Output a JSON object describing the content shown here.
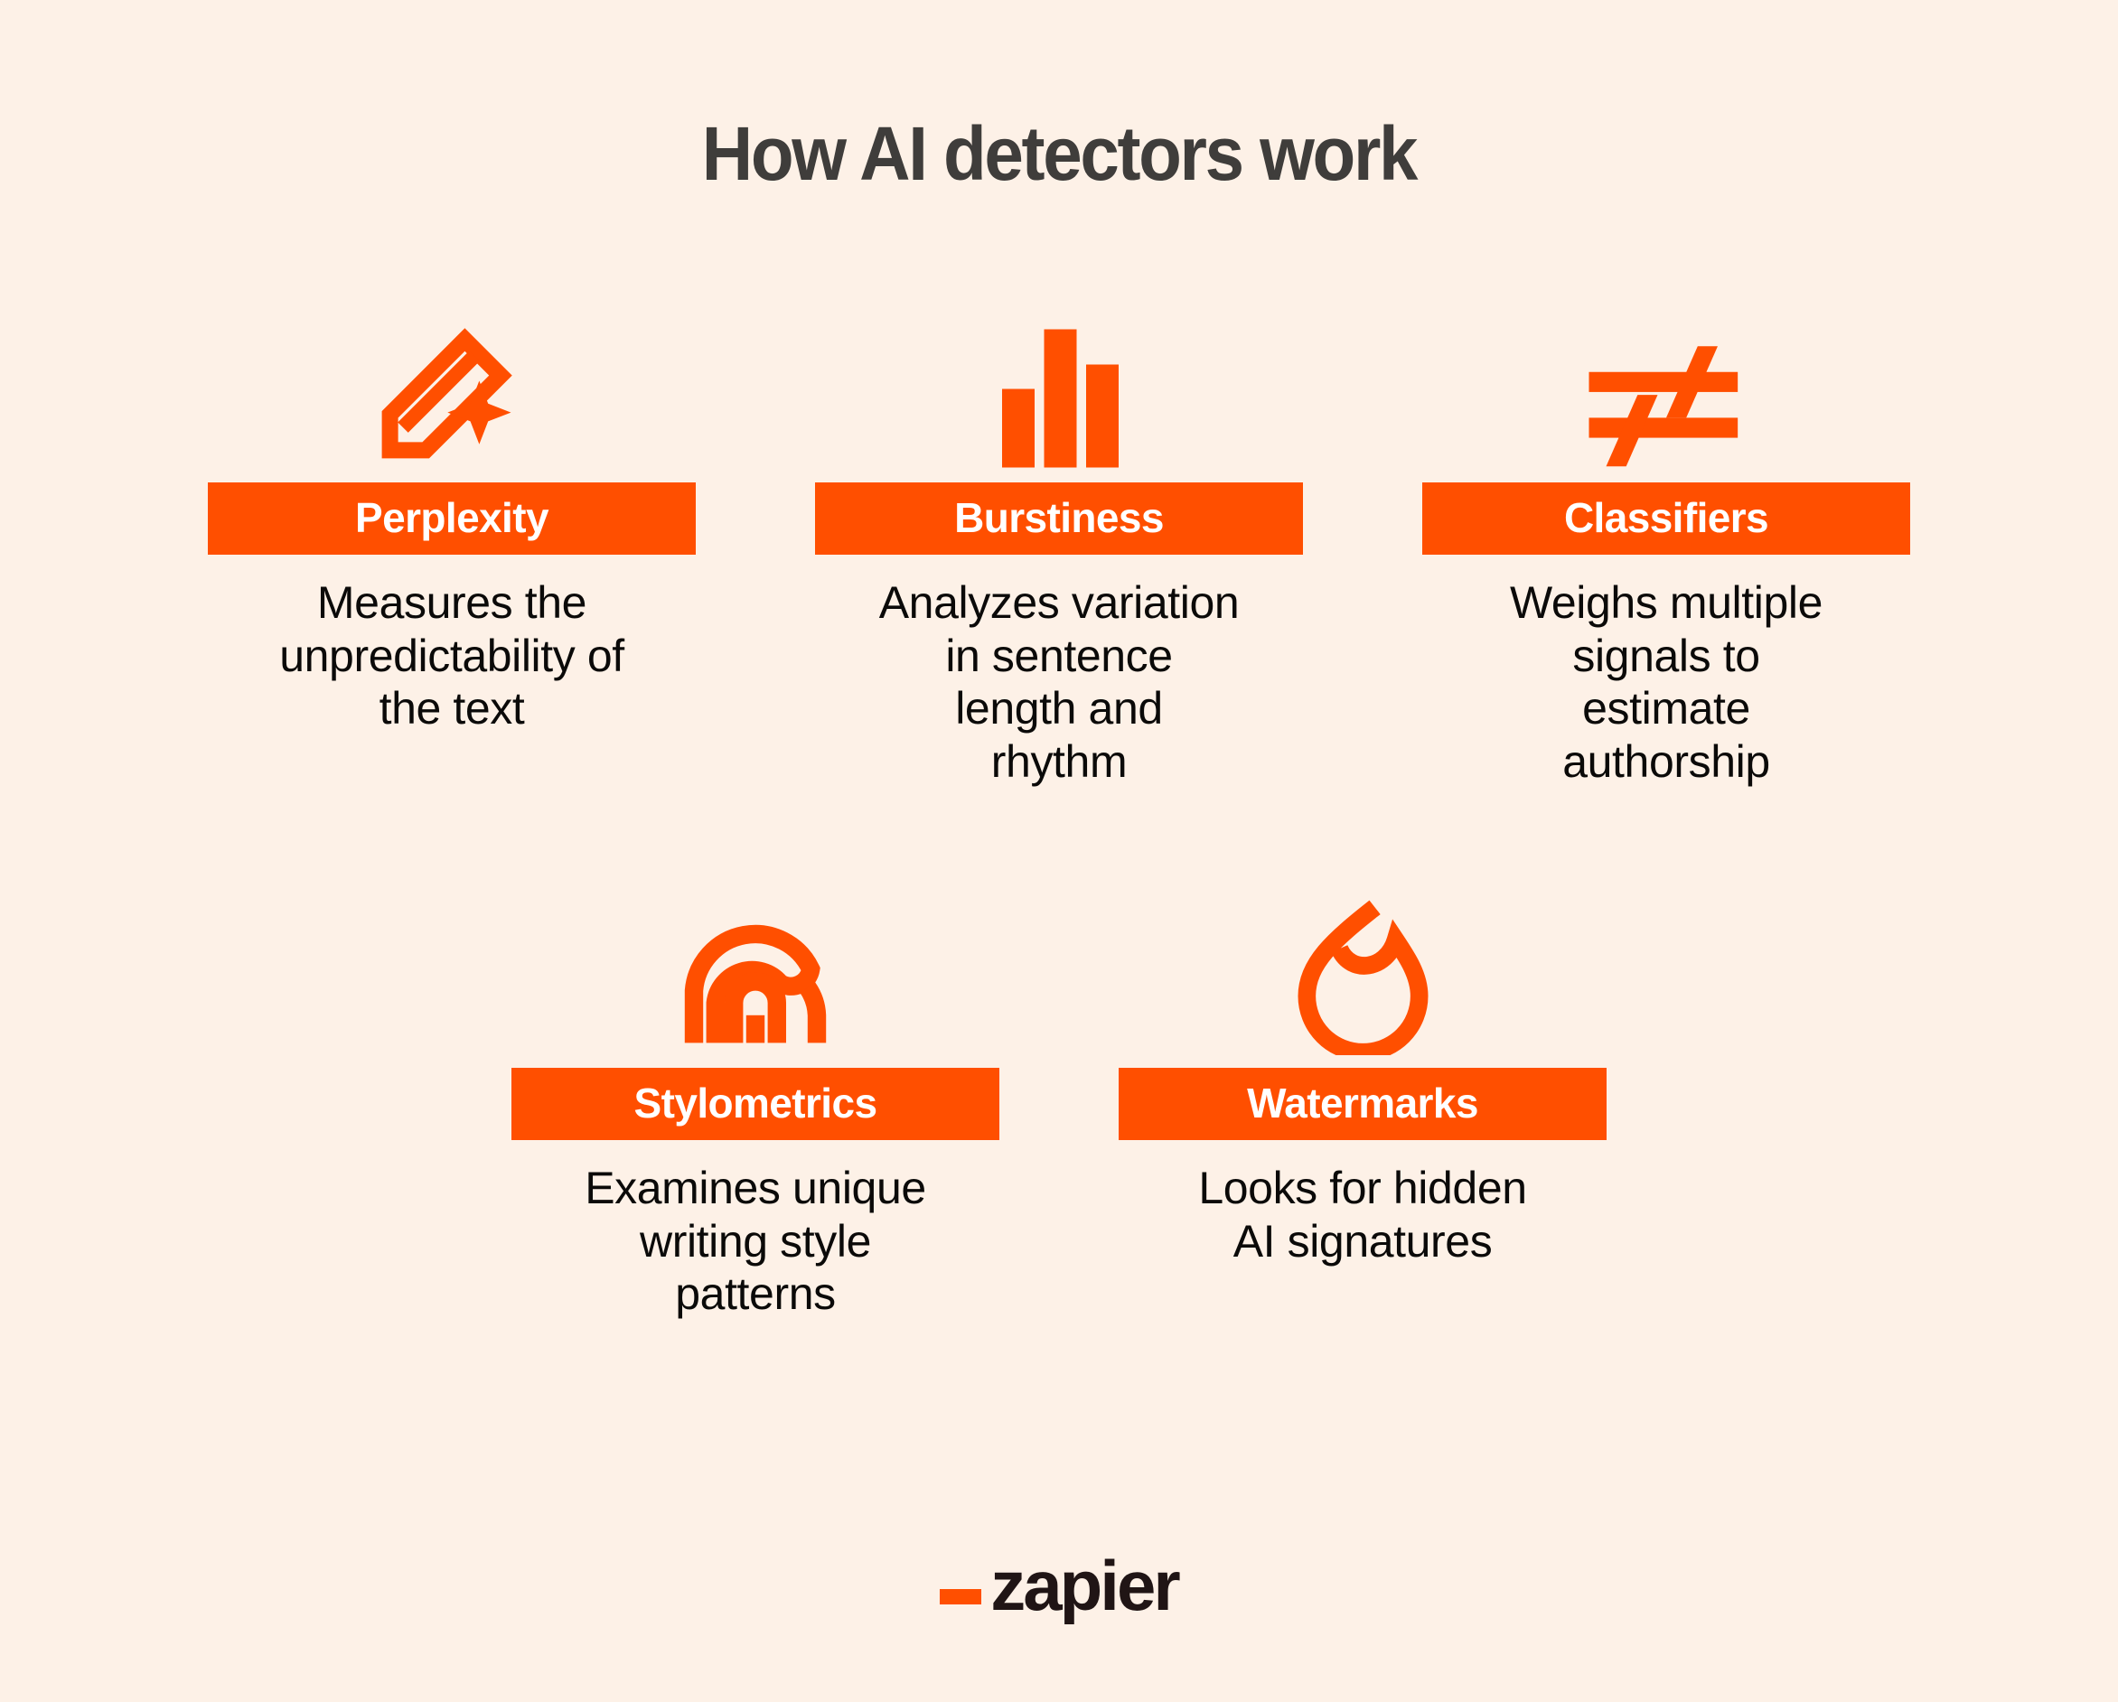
{
  "title": "How AI detectors work",
  "colors": {
    "background": "#FDF1E7",
    "accent": "#FF4F00",
    "title_text": "#3F3D3B",
    "body_text": "#0B0A09",
    "label_text": "#FFFFFF"
  },
  "cards": [
    {
      "id": "perplexity",
      "icon": "pencil-sparkle-icon",
      "label": "Perplexity",
      "description": "Measures the\nunpredictability of\nthe text"
    },
    {
      "id": "burstiness",
      "icon": "bar-chart-icon",
      "label": "Burstiness",
      "description": "Analyzes variation\nin sentence\nlength and\nrhythm"
    },
    {
      "id": "classifiers",
      "icon": "sliders-icon",
      "label": "Classifiers",
      "description": "Weighs multiple\nsignals to\nestimate\nauthorship"
    },
    {
      "id": "stylometrics",
      "icon": "fingerprint-icon",
      "label": "Stylometrics",
      "description": "Examines unique\nwriting style\npatterns"
    },
    {
      "id": "watermarks",
      "icon": "water-drop-icon",
      "label": "Watermarks",
      "description": "Looks for hidden\nAI signatures"
    }
  ],
  "footer": {
    "brand": "zapier"
  }
}
